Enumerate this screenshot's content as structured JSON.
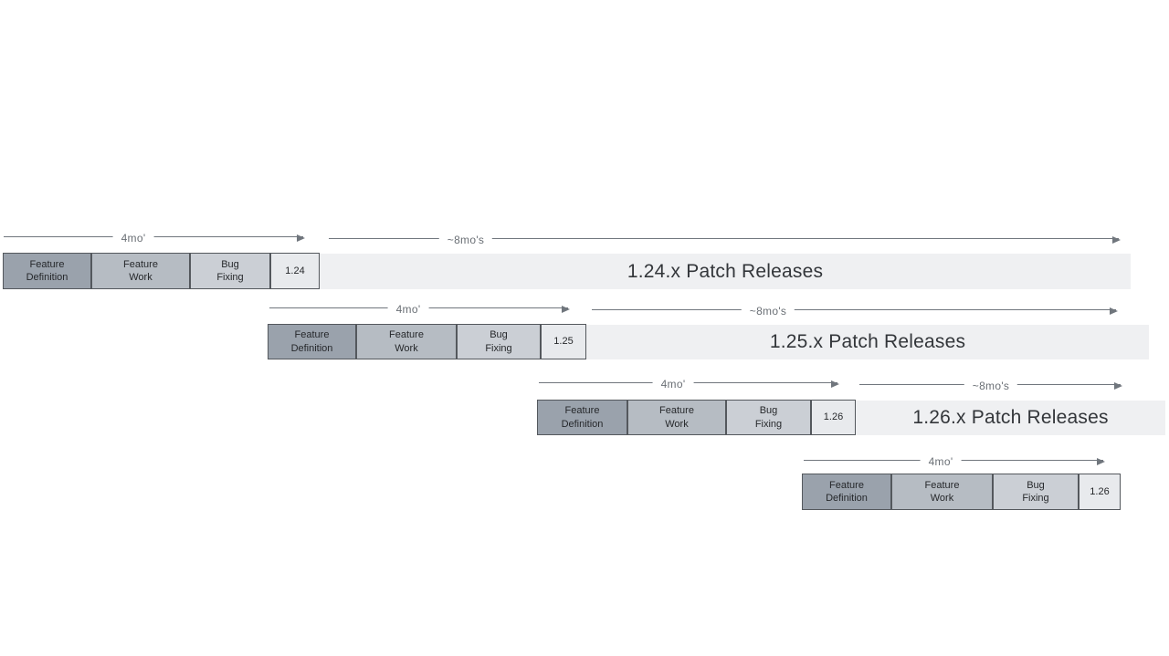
{
  "diagram": {
    "colors": {
      "feature_definition": "#9aa2ac",
      "feature_work": "#b6bcc3",
      "bug_fixing": "#cbcfd5",
      "version_box": "#e8eaed",
      "patch_band": "#eff0f2",
      "box_border": "#54585d",
      "arrow": "#70767d",
      "arrow_label": "#6a6f75",
      "box_text": "#26282b",
      "band_text": "#33363a"
    },
    "rows": [
      {
        "version": "1.24",
        "phases": [
          "Feature Definition",
          "Feature Work",
          "Bug Fixing"
        ],
        "dev_duration_label": "4mo'",
        "patch_duration_label": "~8mo's",
        "patch_releases_label": "1.24.x Patch Releases"
      },
      {
        "version": "1.25",
        "phases": [
          "Feature Definition",
          "Feature Work",
          "Bug Fixing"
        ],
        "dev_duration_label": "4mo'",
        "patch_duration_label": "~8mo's",
        "patch_releases_label": "1.25.x Patch Releases"
      },
      {
        "version": "1.26",
        "phases": [
          "Feature Definition",
          "Feature Work",
          "Bug Fixing"
        ],
        "dev_duration_label": "4mo'",
        "patch_duration_label": "~8mo's",
        "patch_releases_label": "1.26.x Patch Releases"
      },
      {
        "version": "1.26",
        "phases": [
          "Feature Definition",
          "Feature Work",
          "Bug Fixing"
        ],
        "dev_duration_label": "4mo'"
      }
    ]
  }
}
